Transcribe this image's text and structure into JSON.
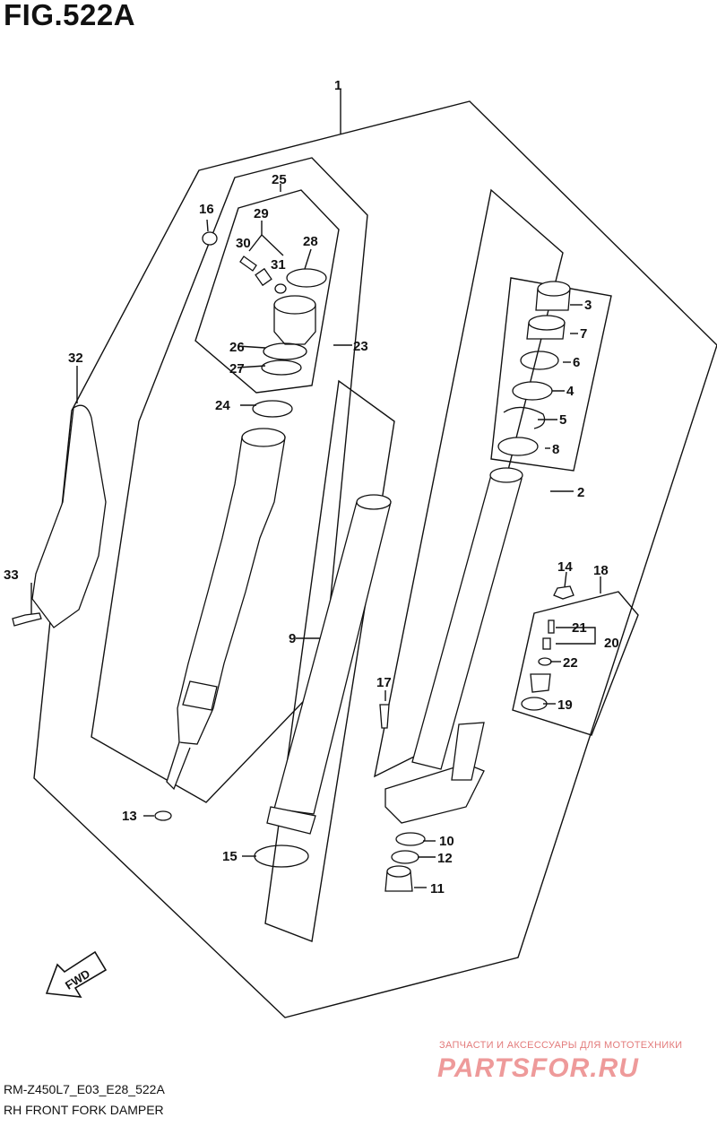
{
  "figure": {
    "title": "FIG.522A",
    "model_code": "RM-Z450L7_E03_E28_522A",
    "caption": "RH FRONT FORK DAMPER"
  },
  "direction_marker": {
    "text": "FWD",
    "icon": "arrow-left-down-icon"
  },
  "callouts": [
    "1",
    "2",
    "3",
    "4",
    "5",
    "6",
    "7",
    "8",
    "9",
    "10",
    "11",
    "12",
    "13",
    "14",
    "15",
    "16",
    "17",
    "18",
    "19",
    "20",
    "21",
    "22",
    "23",
    "24",
    "25",
    "26",
    "27",
    "28",
    "29",
    "30",
    "31",
    "32",
    "33"
  ],
  "watermark": {
    "tagline": "ЗАПЧАСТИ И АКСЕССУАРЫ ДЛЯ МОТОТЕХНИКИ",
    "logo": "PARTSFOR.RU",
    "color": "#e98f8f"
  }
}
